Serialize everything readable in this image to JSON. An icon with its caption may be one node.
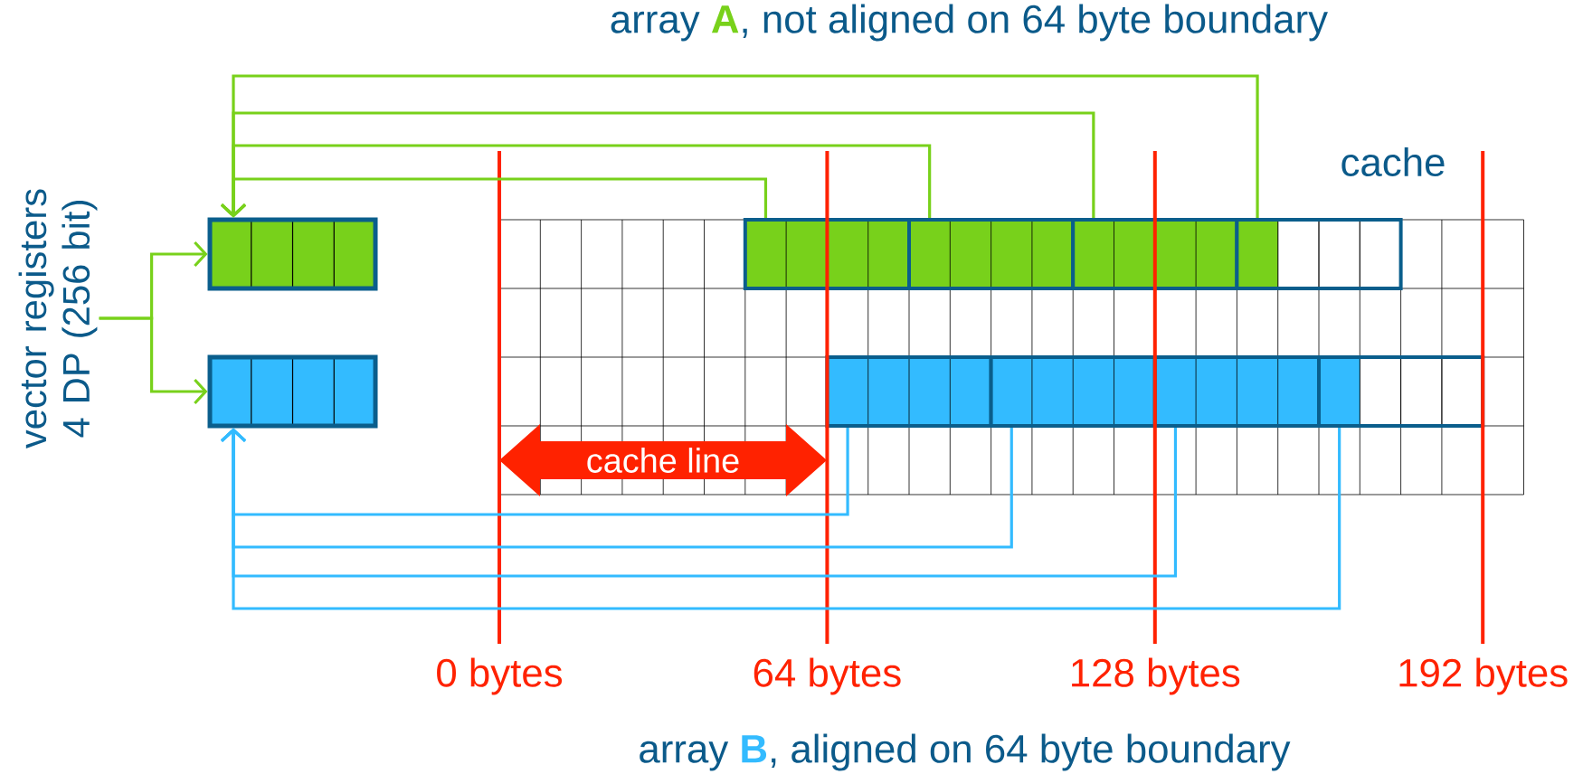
{
  "diagram": {
    "nodes": [
      {
        "text": [
          "vector registers 4 DP (256 bit)"
        ]
      },
      {
        "text": [],
        "shape": "box"
      },
      {
        "text": [],
        "shape": "box"
      },
      {
        "text": [],
        "shape": "box"
      },
      {
        "text": [],
        "shape": "box"
      },
      {
        "text": [],
        "shape": "box"
      },
      {
        "text": [],
        "shape": "box"
      },
      {
        "text": [],
        "shape": "box"
      },
      {
        "text": [],
        "shape": "box"
      },
      {
        "text": [],
        "shape": "box"
      },
      {
        "text": [],
        "shape": "box"
      },
      {
        "text": [
          "cache line"
        ]
      }
    ],
    "edges": [
      {
        "from": 0,
        "to": 1,
        "arrow": "to"
      },
      {
        "from": 0,
        "to": 2,
        "arrow": "to"
      },
      {
        "from": 3,
        "to": 1,
        "arrow": "to"
      },
      {
        "from": 4,
        "to": 1,
        "arrow": "to"
      },
      {
        "from": 5,
        "to": 1,
        "arrow": "to"
      },
      {
        "from": 6,
        "to": 1,
        "arrow": "to"
      },
      {
        "from": 7,
        "to": 2,
        "arrow": "to",
        "color": "#33bbff"
      },
      {
        "from": 8,
        "to": 2,
        "arrow": "to",
        "color": "#33bbff"
      },
      {
        "from": 9,
        "to": 2,
        "arrow": "to",
        "color": "#33bbff"
      },
      {
        "from": 10,
        "to": 2,
        "arrow": "to",
        "color": "#33bbff"
      }
    ],
    "labels": [
      "array **A**, not aligned on 64 byte boundary",
      "cache",
      "0 bytes",
      "64 bytes",
      "128 bytes",
      "192 bytes",
      "array **B**, aligned on 64 byte boundary"
    ]
  }
}
